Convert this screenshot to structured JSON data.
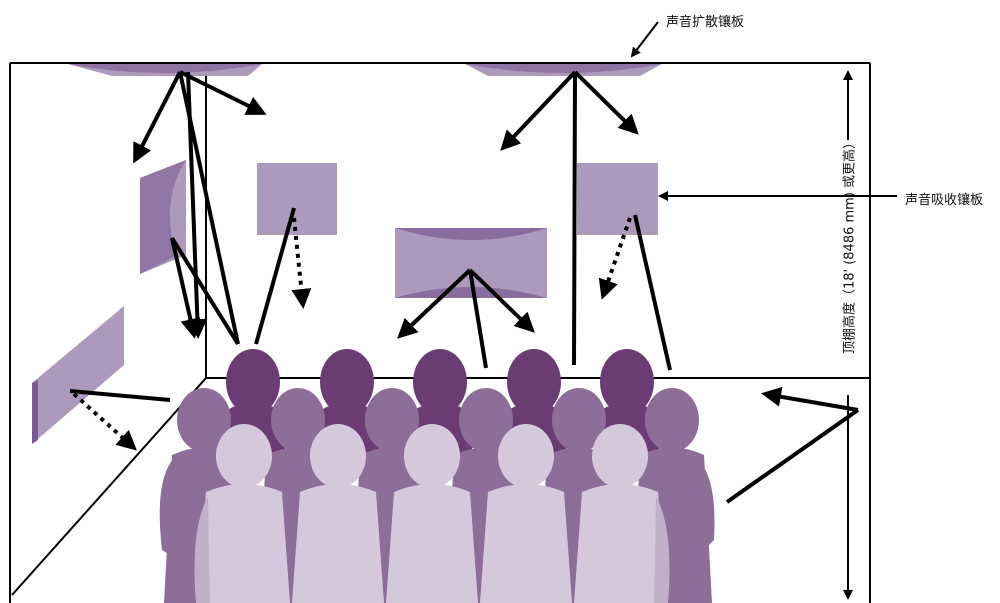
{
  "labels": {
    "diffuser": "声音扩散镶板",
    "absorber": "声音吸收镶板",
    "ceiling_height": "顶棚高度（18' (8486 mm) 或更高）"
  },
  "colors": {
    "panel": "#ad99bc",
    "panel_dark": "#7a5a93",
    "person_dark": "#6b3c73",
    "person_mid": "#8c6e99",
    "person_light": "#d6c8dc",
    "line": "#000000"
  }
}
